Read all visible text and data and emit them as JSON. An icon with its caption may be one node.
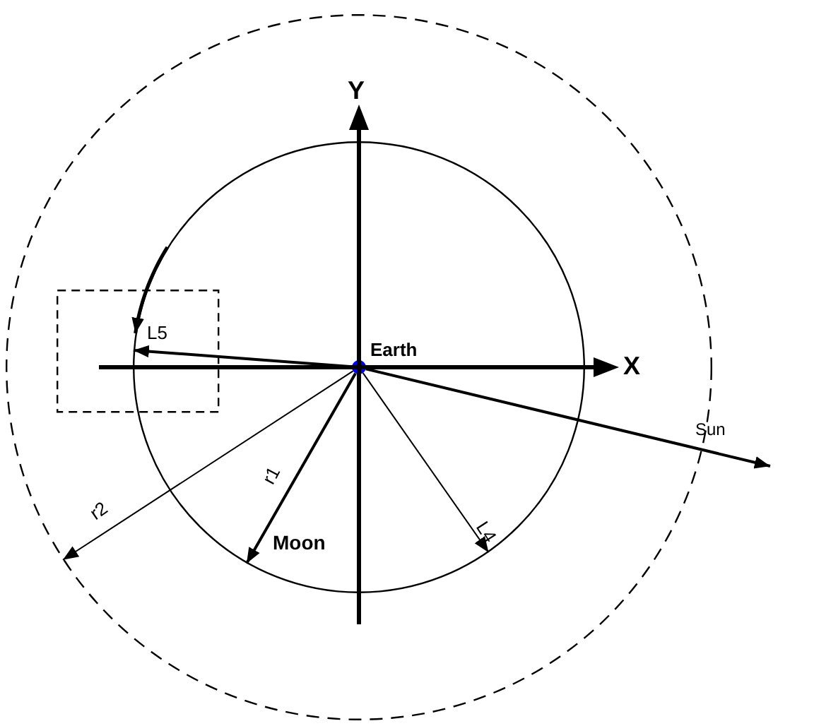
{
  "diagram": {
    "nodes": [
      {
        "text": [],
        "shape": "circle"
      },
      {
        "text": [],
        "shape": "circle",
        "in": 0
      },
      {
        "text": [],
        "shape": "circle",
        "in": 1,
        "beside": [
          "Earth"
        ]
      }
    ],
    "edges": [
      {
        "from": 2,
        "to": 1,
        "arrow": "to",
        "label": "L5"
      },
      {
        "from": 2,
        "to": 1,
        "arrow": "to",
        "label": "r1"
      },
      {
        "from": 2,
        "to": 1,
        "arrow": "to",
        "label": "L4"
      },
      {
        "from": 2,
        "to": 0,
        "arrow": "to",
        "label": "r2"
      },
      {
        "from": 2,
        "to": null,
        "arrow": "to",
        "label": "Sun"
      }
    ],
    "labels": [
      "Y",
      "X",
      "Moon"
    ]
  }
}
